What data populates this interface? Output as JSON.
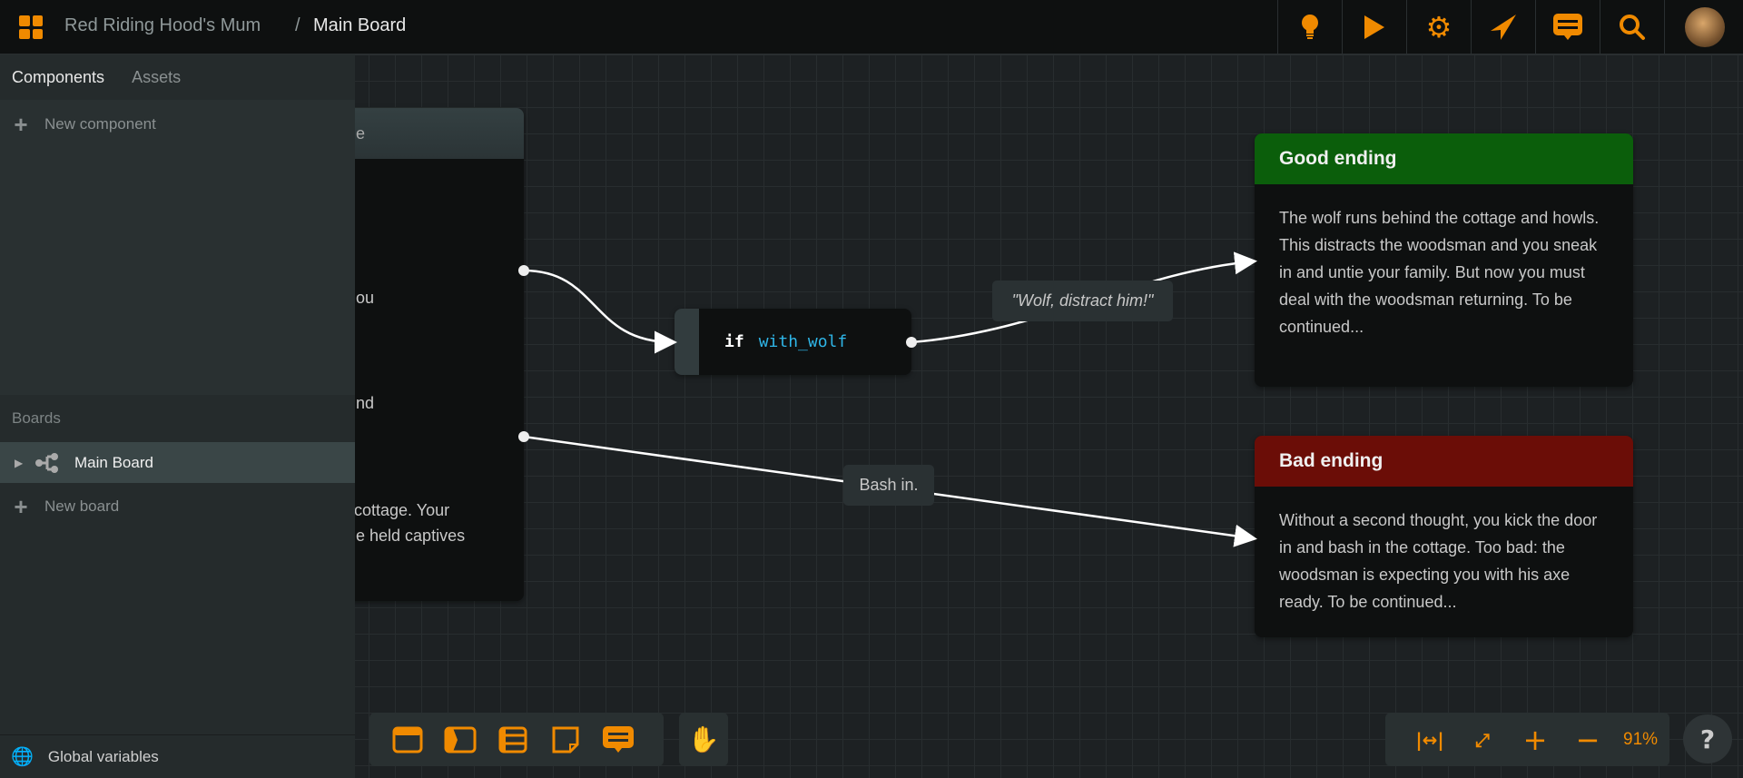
{
  "header": {
    "project": "Red Riding Hood's Mum",
    "separator": "/",
    "board": "Main Board",
    "icons": [
      "lightbulb-icon",
      "play-icon",
      "gear-icon",
      "send-icon",
      "comment-icon",
      "search-icon"
    ]
  },
  "sidebar": {
    "tabs": [
      "Components",
      "Assets"
    ],
    "new_component": "New component",
    "boards_title": "Boards",
    "boards": [
      {
        "label": "Main Board"
      }
    ],
    "new_board": "New board",
    "global_variables": "Global variables"
  },
  "canvas": {
    "left_card_fragments": [
      "e",
      "ou",
      "nd",
      " cottage. Your",
      "e held captives"
    ],
    "condition": {
      "keyword": "if",
      "variable": "with_wolf"
    },
    "edge_labels": [
      "\"Wolf, distract him!\"",
      "Bash in."
    ],
    "good": {
      "title": "Good ending",
      "text": "The wolf runs behind the cottage and howls. This distracts the woodsman and you sneak in and untie your family. But now you must deal with the woodsman returning. To be continued...",
      "color": "#0b5e0b"
    },
    "bad": {
      "title": "Bad ending",
      "text": "Without a second thought, you kick the door in and bash in the cottage. Too bad: the woodsman is expecting you with his axe ready. To be continued...",
      "color": "#6b0d07"
    }
  },
  "zoom": {
    "level": "91%"
  },
  "help": "?",
  "colors": {
    "accent": "#f08a00",
    "code": "#2fb6e8"
  }
}
